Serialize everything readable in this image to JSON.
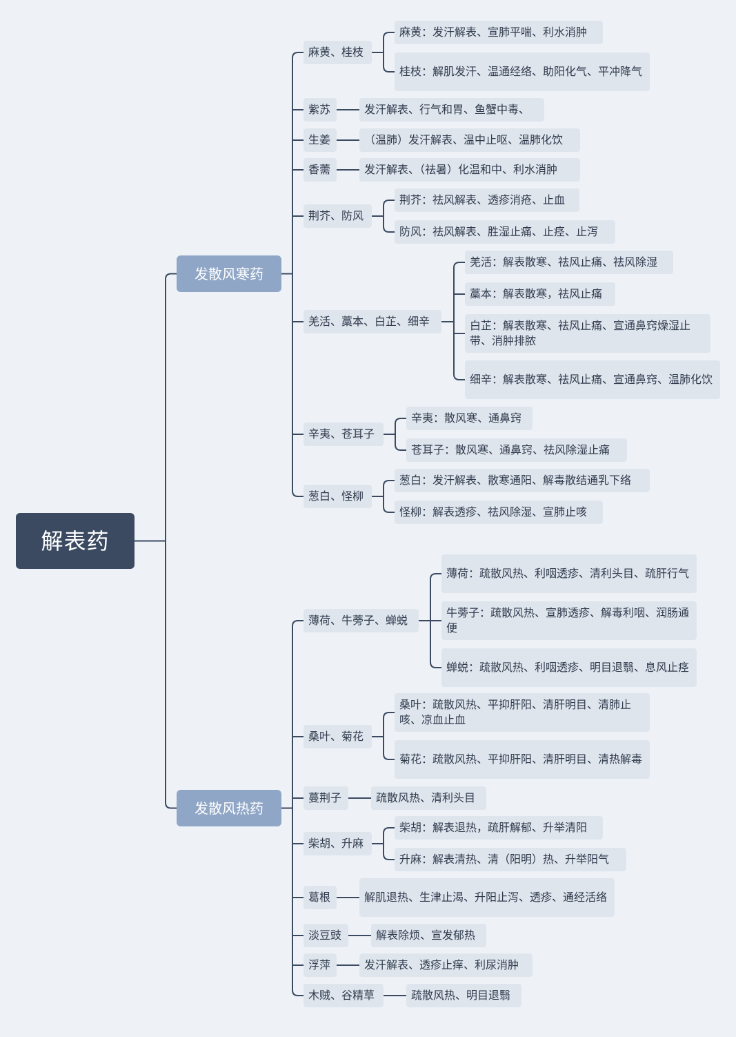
{
  "root": "解表药",
  "categories": [
    {
      "label": "发散风寒药",
      "herbs": [
        {
          "label": "麻黄、桂枝",
          "details": [
            "麻黄：发汗解表、宣肺平喘、利水消肿",
            "桂枝：解肌发汗、温通经络、助阳化气、平冲降气"
          ]
        },
        {
          "label": "紫苏",
          "details": [
            "发汗解表、行气和胃、鱼蟹中毒、"
          ]
        },
        {
          "label": "生姜",
          "details": [
            "（温肺）发汗解表、温中止呕、温肺化饮"
          ]
        },
        {
          "label": "香薷",
          "details": [
            "发汗解表、（祛暑）化温和中、利水消肿"
          ]
        },
        {
          "label": "荆芥、防风",
          "details": [
            "荆芥：祛风解表、透疹消疮、止血",
            "防风：祛风解表、胜湿止痛、止痉、止泻"
          ]
        },
        {
          "label": "羌活、藁本、白芷、细辛",
          "details": [
            "羌活：解表散寒、祛风止痛、祛风除湿",
            "藁本：解表散寒，祛风止痛",
            "白芷：解表散寒、祛风止痛、宣通鼻窍燥湿止带、消肿排脓",
            "细辛：解表散寒、祛风止痛、宣通鼻窍、温肺化饮"
          ]
        },
        {
          "label": "辛夷、苍耳子",
          "details": [
            "辛夷：散风寒、通鼻窍",
            "苍耳子：散风寒、通鼻窍、祛风除湿止痛"
          ]
        },
        {
          "label": "葱白、怪柳",
          "details": [
            "葱白：发汗解表、散寒通阳、解毒散结通乳下络",
            "怪柳：解表透疹、祛风除湿、宣肺止咳"
          ]
        }
      ]
    },
    {
      "label": "发散风热药",
      "herbs": [
        {
          "label": "薄荷、牛蒡子、蝉蜕",
          "details": [
            "薄荷：疏散风热、利咽透疹、清利头目、疏肝行气",
            "牛蒡子：疏散风热、宣肺透疹、解毒利咽、润肠通便",
            "蝉蜕：疏散风热、利咽透疹、明目退翳、息风止痉"
          ]
        },
        {
          "label": "桑叶、菊花",
          "details": [
            "桑叶：疏散风热、平抑肝阳、清肝明目、清肺止咳、凉血止血",
            "菊花：疏散风热、平抑肝阳、清肝明目、清热解毒"
          ]
        },
        {
          "label": "蔓荆子",
          "details": [
            "疏散风热、清利头目"
          ]
        },
        {
          "label": "柴胡、升麻",
          "details": [
            "柴胡：解表退热，疏肝解郁、升举清阳",
            "升麻：解表清热、清（阳明）热、升举阳气"
          ]
        },
        {
          "label": "葛根",
          "details": [
            "解肌退热、生津止渴、升阳止泻、透疹、通经活络"
          ]
        },
        {
          "label": "淡豆豉",
          "details": [
            "解表除烦、宣发郁热"
          ]
        },
        {
          "label": "浮萍",
          "details": [
            "发汗解表、透疹止痒、利尿消肿"
          ]
        },
        {
          "label": "木贼、谷精草",
          "details": [
            "疏散风热、明目退翳"
          ]
        }
      ]
    }
  ],
  "colors": {
    "background": "#eef2f7",
    "root": "#3b4a61",
    "category": "#8fa6c6",
    "node": "#dfe5ed",
    "line": "#3b4a61",
    "text": "#2f3b4d"
  }
}
